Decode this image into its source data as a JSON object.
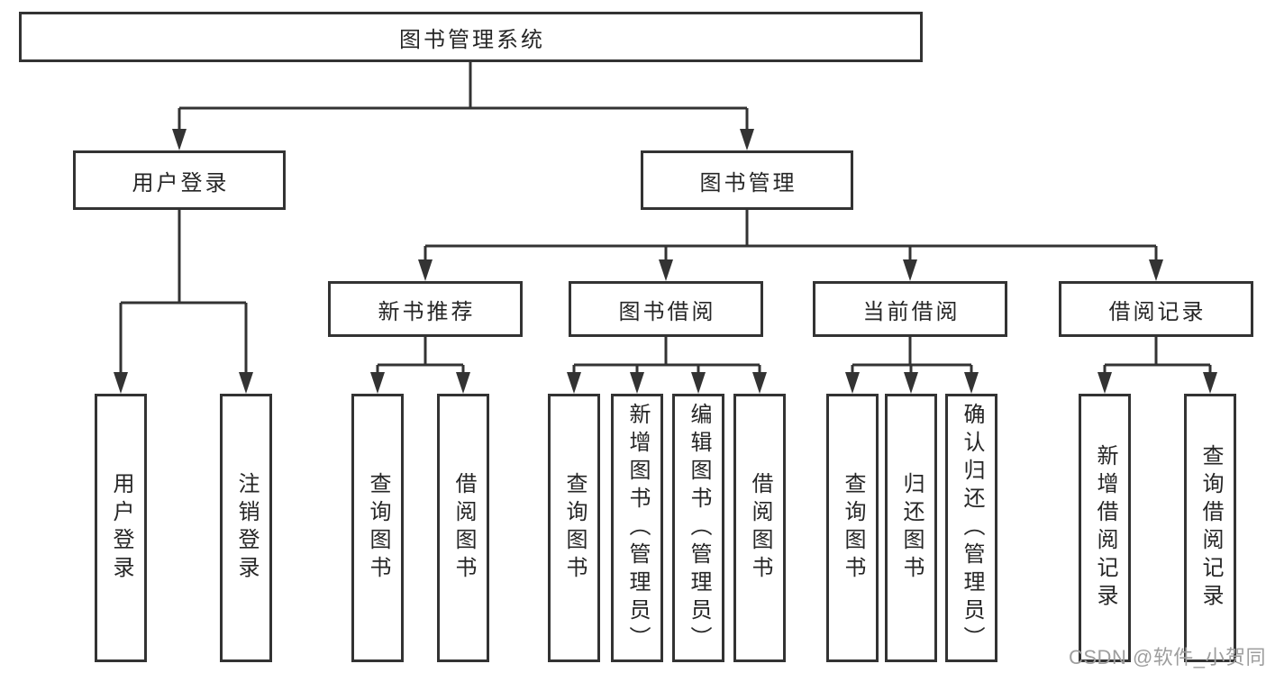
{
  "diagram": {
    "type": "hierarchy-tree",
    "root": {
      "label": "图书管理系统"
    },
    "level1": [
      {
        "label": "用户登录"
      },
      {
        "label": "图书管理"
      }
    ],
    "level2": [
      {
        "label": "新书推荐",
        "parent": "图书管理"
      },
      {
        "label": "图书借阅",
        "parent": "图书管理"
      },
      {
        "label": "当前借阅",
        "parent": "图书管理"
      },
      {
        "label": "借阅记录",
        "parent": "图书管理"
      }
    ],
    "leaf": [
      {
        "label": "用户登录",
        "parent": "用户登录"
      },
      {
        "label": "注销登录",
        "parent": "用户登录"
      },
      {
        "label": "查询图书",
        "parent": "新书推荐"
      },
      {
        "label": "借阅图书",
        "parent": "新书推荐"
      },
      {
        "label": "查询图书",
        "parent": "图书借阅"
      },
      {
        "label": "新增图书（管理员）",
        "parent": "图书借阅"
      },
      {
        "label": "编辑图书（管理员）",
        "parent": "图书借阅"
      },
      {
        "label": "借阅图书",
        "parent": "图书借阅"
      },
      {
        "label": "查询图书",
        "parent": "当前借阅"
      },
      {
        "label": "归还图书",
        "parent": "当前借阅"
      },
      {
        "label": "确认归还（管理员）",
        "parent": "当前借阅"
      },
      {
        "label": "新增借阅记录",
        "parent": "借阅记录"
      },
      {
        "label": "查询借阅记录",
        "parent": "借阅记录"
      }
    ]
  },
  "watermark": {
    "text": "CSDN @软件_小贺同学"
  },
  "colors": {
    "line": "#333333",
    "text": "#262626",
    "box_bg": "#ffffff",
    "watermark": "#9e9e9e"
  }
}
